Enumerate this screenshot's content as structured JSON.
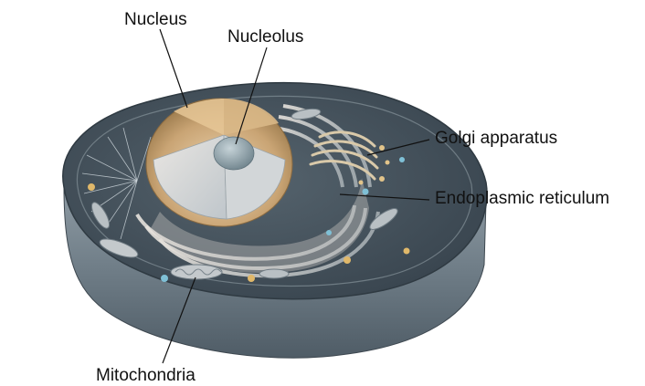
{
  "labels": {
    "nucleus": "Nucleus",
    "nucleolus": "Nucleolus",
    "golgi": "Golgi apparatus",
    "er": "Endoplasmic reticulum",
    "mitochondria": "Mitochondria"
  },
  "colors": {
    "membrane_top": "#5d6d78",
    "membrane_side": "#7d8b95",
    "cytoplasm": "#3e4c55",
    "nucleus_shell": "#c9a474",
    "nucleus_inner": "#d8d4cf",
    "nucleolus": "#8ea0a8",
    "leader_line": "#111111"
  }
}
